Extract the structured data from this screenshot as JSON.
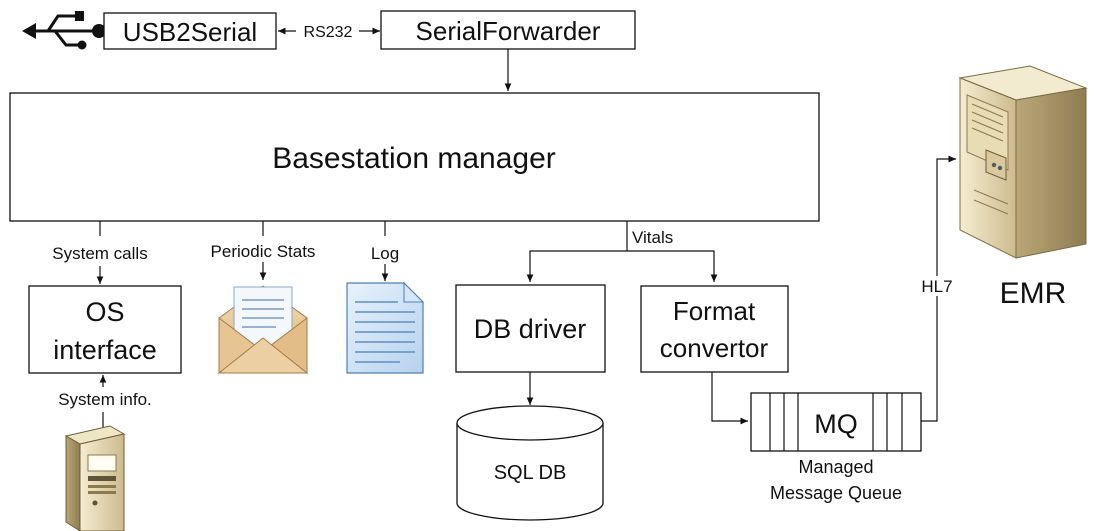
{
  "nodes": {
    "usb2serial": "USB2Serial",
    "serial_forwarder": "SerialForwarder",
    "basestation_manager": "Basestation manager",
    "os_interface_line1": "OS",
    "os_interface_line2": "interface",
    "db_driver": "DB driver",
    "format_convertor_line1": "Format",
    "format_convertor_line2": "convertor",
    "mq": "MQ",
    "sql_db": "SQL DB",
    "emr": "EMR"
  },
  "edge_labels": {
    "rs232": "RS232",
    "system_calls": "System calls",
    "periodic_stats": "Periodic Stats",
    "log": "Log",
    "vitals": "Vitals",
    "system_info": "System info.",
    "hl7": "HL7"
  },
  "captions": {
    "mq_line1": "Managed",
    "mq_line2": "Message Queue"
  },
  "icons": [
    "usb-icon",
    "envelope-icon",
    "document-icon",
    "database-icon",
    "server-tower-icon",
    "server-cabinet-icon"
  ]
}
